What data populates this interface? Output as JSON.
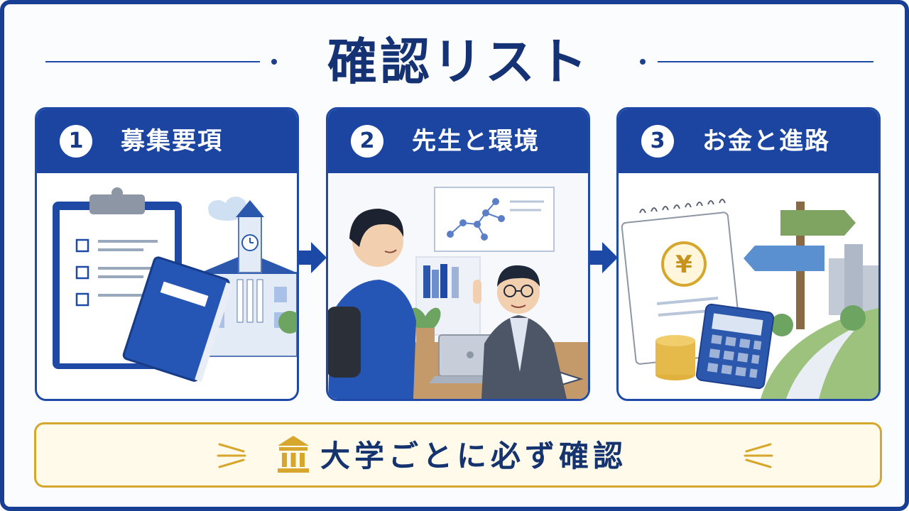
{
  "header": {
    "title": "確認リスト"
  },
  "cards": [
    {
      "number": "1",
      "label": "募集要項",
      "icon": "clipboard-book-school-icon"
    },
    {
      "number": "2",
      "label": "先生と環境",
      "icon": "student-teacher-meeting-icon"
    },
    {
      "number": "3",
      "label": "お金と進路",
      "icon": "money-calculator-signpost-icon"
    }
  ],
  "banner": {
    "text": "大学ごとに必ず確認",
    "icon": "university-building-icon"
  },
  "colors": {
    "navy": "#1b45a0",
    "gold": "#d6a72c",
    "cream": "#fffaea"
  }
}
